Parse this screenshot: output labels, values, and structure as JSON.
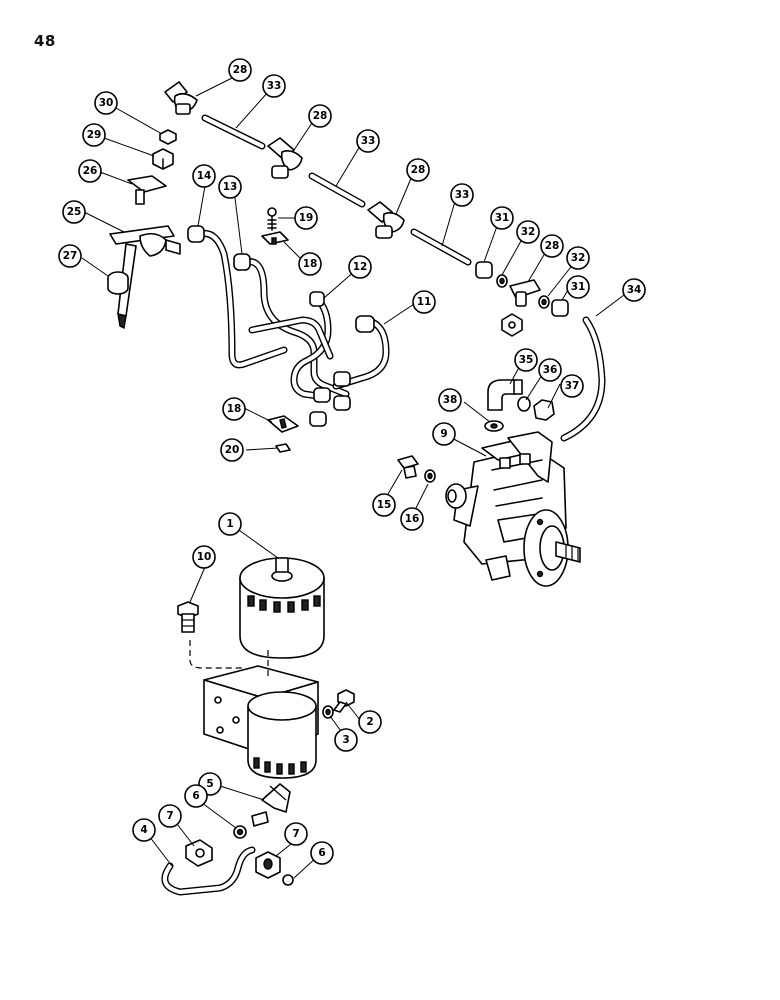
{
  "page": {
    "number": "48"
  },
  "callouts": [
    {
      "label": "28"
    },
    {
      "label": "33"
    },
    {
      "label": "30"
    },
    {
      "label": "28"
    },
    {
      "label": "29"
    },
    {
      "label": "33"
    },
    {
      "label": "26"
    },
    {
      "label": "28"
    },
    {
      "label": "14"
    },
    {
      "label": "13"
    },
    {
      "label": "33"
    },
    {
      "label": "19"
    },
    {
      "label": "25"
    },
    {
      "label": "31"
    },
    {
      "label": "32"
    },
    {
      "label": "28"
    },
    {
      "label": "32"
    },
    {
      "label": "27"
    },
    {
      "label": "18"
    },
    {
      "label": "12"
    },
    {
      "label": "31"
    },
    {
      "label": "34"
    },
    {
      "label": "11"
    },
    {
      "label": "35"
    },
    {
      "label": "36"
    },
    {
      "label": "37"
    },
    {
      "label": "38"
    },
    {
      "label": "18"
    },
    {
      "label": "9"
    },
    {
      "label": "20"
    },
    {
      "label": "15"
    },
    {
      "label": "16"
    },
    {
      "label": "1"
    },
    {
      "label": "10"
    },
    {
      "label": "2"
    },
    {
      "label": "3"
    },
    {
      "label": "5"
    },
    {
      "label": "6"
    },
    {
      "label": "4"
    },
    {
      "label": "7"
    },
    {
      "label": "7"
    },
    {
      "label": "6"
    }
  ]
}
